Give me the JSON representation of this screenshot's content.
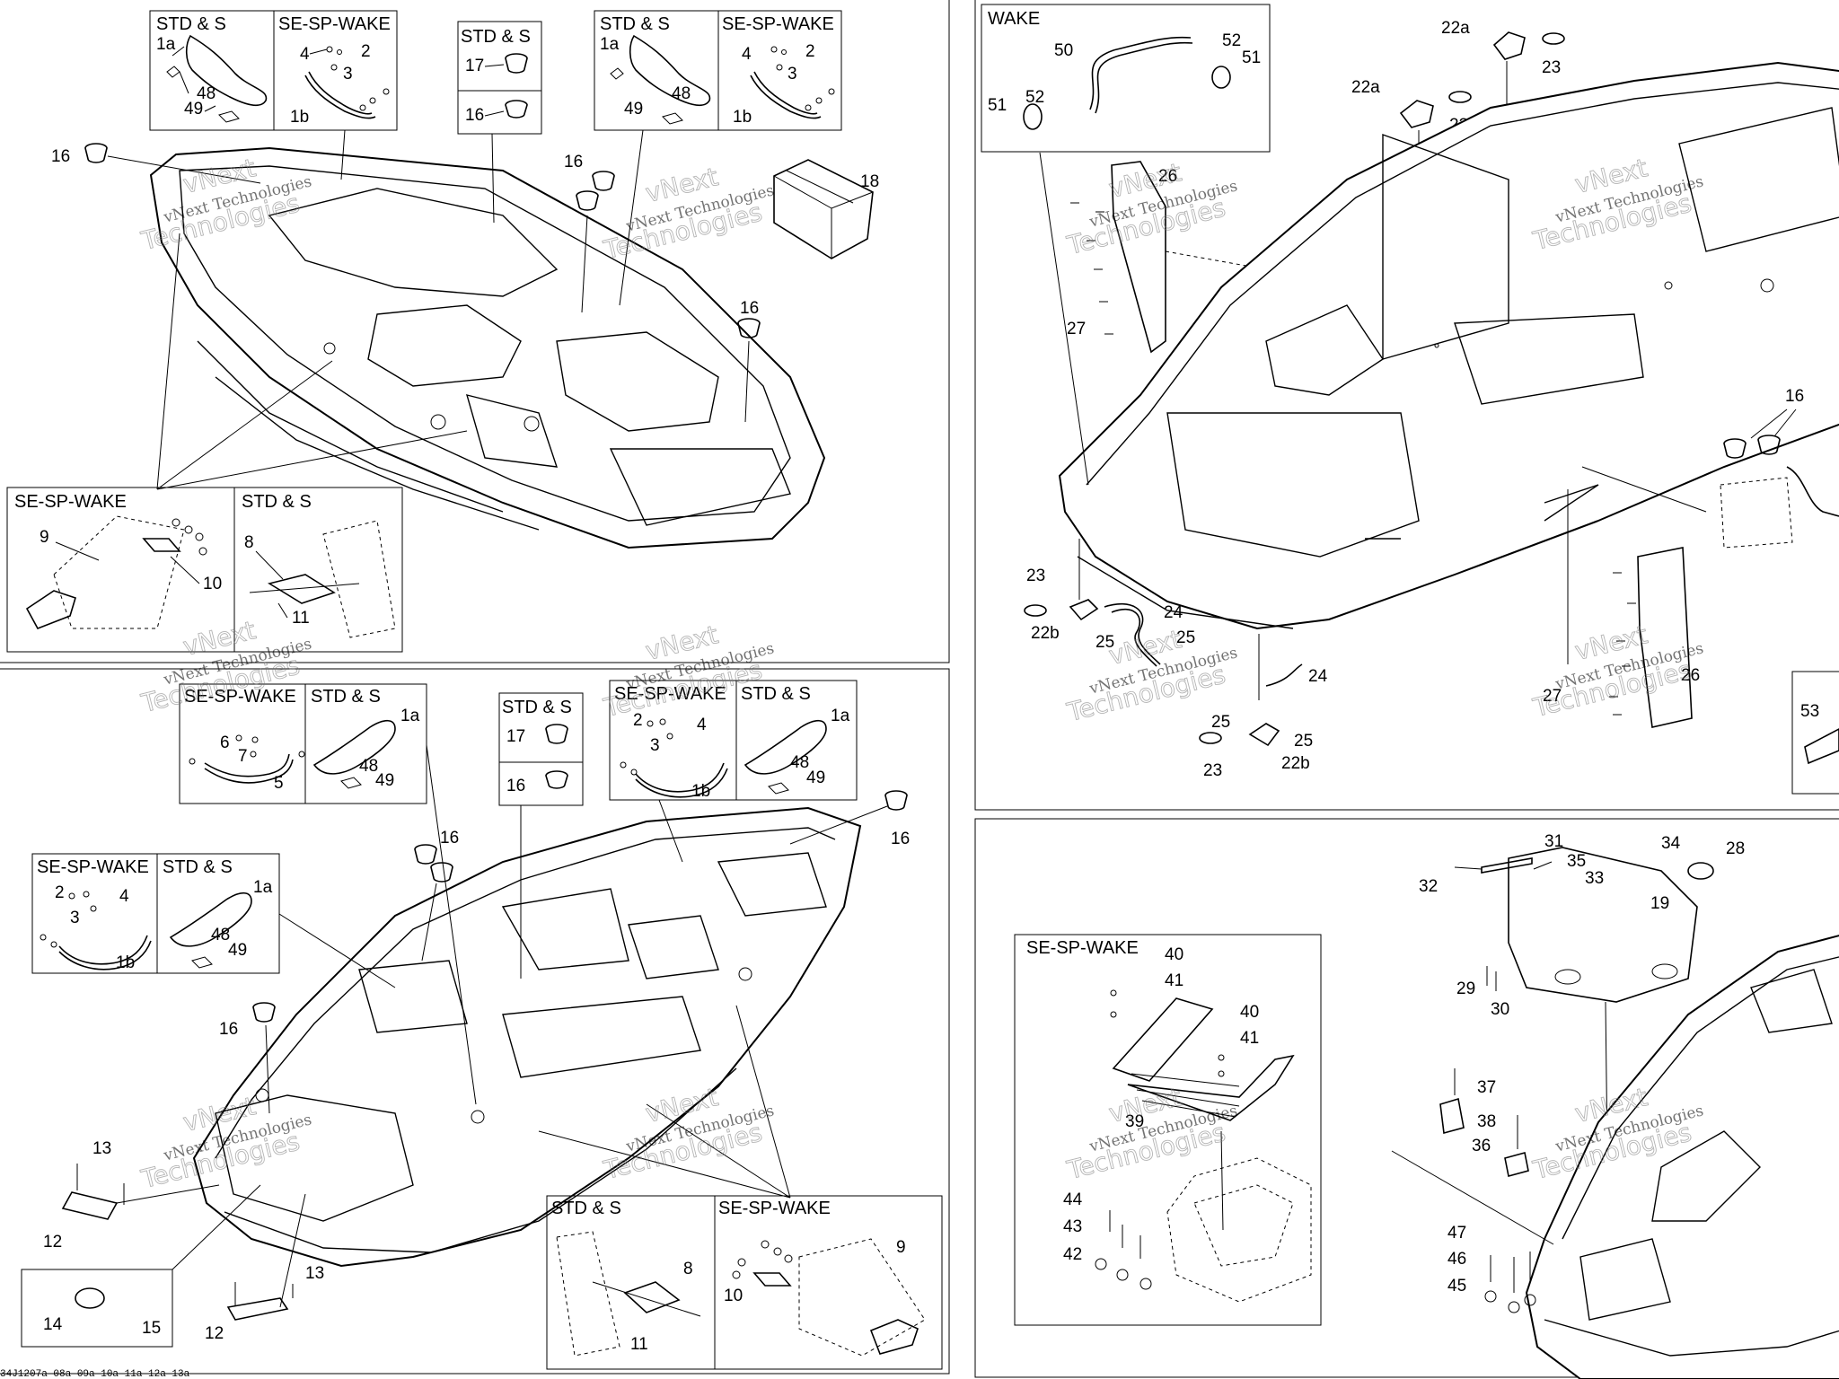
{
  "boxes": {
    "q1_std_s": "STD & S",
    "q1_sesp_wake": "SE-SP-WAKE",
    "q1_std_s_small": "STD & S",
    "q1_std_s_b": "STD & S",
    "q1_sesp_wake_b": "SE-SP-WAKE",
    "q1_sesp_wake_low": "SE-SP-WAKE",
    "q1_std_s_low": "STD & S",
    "q2_wake": "WAKE",
    "q3_sesp_wake_a": "SE-SP-WAKE",
    "q3_std_s_a": "STD & S",
    "q3_std_s_small": "STD & S",
    "q3_sesp_wake_b": "SE-SP-WAKE",
    "q3_std_s_b": "STD & S",
    "q3_sesp_wake_c": "SE-SP-WAKE",
    "q3_std_s_c": "STD & S",
    "q3_std_s_low": "STD & S",
    "q3_sesp_wake_low": "SE-SP-WAKE",
    "q4_sesp_wake": "SE-SP-WAKE"
  },
  "labels": {
    "q1": {
      "l1a_a": "1a",
      "l48_a": "48",
      "l49_a": "49",
      "l4_a": "4",
      "l2_a": "2",
      "l3_a": "3",
      "l1b_a": "1b",
      "l17": "17",
      "l16_box": "16",
      "l1a_b": "1a",
      "l48_b": "48",
      "l49_b": "49",
      "l4_b": "4",
      "l2_b": "2",
      "l3_b": "3",
      "l1b_b": "1b",
      "l16_left": "16",
      "l16_mid": "16",
      "l18": "18",
      "l16_right": "16",
      "l9": "9",
      "l10": "10",
      "l8": "8",
      "l11": "11"
    },
    "q2": {
      "l50": "50",
      "l52_a": "52",
      "l51_a": "51",
      "l51_b": "51",
      "l52_b": "52",
      "l22a_a": "22a",
      "l23_a": "23",
      "l22a_b": "22a",
      "l23_b": "23",
      "l26_a": "26",
      "l27_a": "27",
      "l16": "16",
      "l23_c": "23",
      "l22b_a": "22b",
      "l25_a": "25",
      "l24_a": "24",
      "l25_b": "25",
      "l24_b": "24",
      "l25_c": "25",
      "l25_d": "25",
      "l23_d": "23",
      "l22b_b": "22b",
      "l26_b": "26",
      "l27_b": "27",
      "l53": "53"
    },
    "q3": {
      "l6": "6",
      "l7": "7",
      "l5": "5",
      "l1a_a": "1a",
      "l48_a": "48",
      "l49_a": "49",
      "l17": "17",
      "l16_box": "16",
      "l2_a": "2",
      "l4_a": "4",
      "l3_a": "3",
      "l1b_a": "1b",
      "l1a_b": "1a",
      "l48_b": "48",
      "l49_b": "49",
      "l2_b": "2",
      "l4_b": "4",
      "l3_b": "3",
      "l1b_b": "1b",
      "l1a_c": "1a",
      "l48_c": "48",
      "l49_c": "49",
      "l16_a": "16",
      "l16_b": "16",
      "l16_c": "16",
      "l13_a": "13",
      "l12_a": "12",
      "l14": "14",
      "l15": "15",
      "l13_b": "13",
      "l12_b": "12",
      "l8": "8",
      "l11": "11",
      "l9": "9",
      "l10": "10"
    },
    "q4": {
      "l31": "31",
      "l35": "35",
      "l32": "32",
      "l33": "33",
      "l34": "34",
      "l28": "28",
      "l19": "19",
      "l29": "29",
      "l30": "30",
      "l37": "37",
      "l38": "38",
      "l36": "36",
      "l47": "47",
      "l46": "46",
      "l45": "45",
      "l40_a": "40",
      "l41_a": "41",
      "l40_b": "40",
      "l41_b": "41",
      "l39": "39",
      "l44": "44",
      "l43": "43",
      "l42": "42"
    }
  },
  "watermark": {
    "line1": "vNext Technologies",
    "big1": "vNext",
    "big2": "Technologies"
  },
  "footer": "34J1207a-08a-09a-10a-11a-12a-13a"
}
